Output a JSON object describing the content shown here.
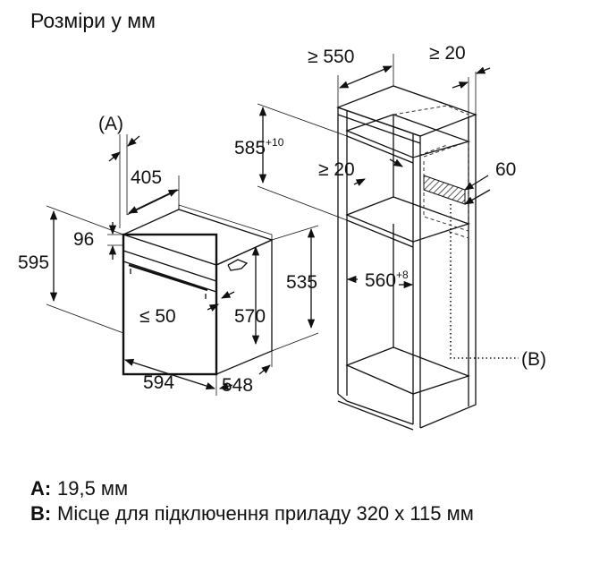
{
  "title": "Розміри у мм",
  "labels": {
    "callout_a": "(A)",
    "callout_b": "(B)",
    "d405": "405",
    "d96": "96",
    "d595": "595",
    "d50": "≤ 50",
    "d570": "570",
    "d535": "535",
    "d594": "594",
    "d548": "548",
    "d550": "≥ 550",
    "d20top": "≥ 20",
    "d585": "585",
    "d585_tol": "+10",
    "d20mid": "≥ 20",
    "d60": "60",
    "d560": "560",
    "d560_tol": "+8"
  },
  "legend": [
    {
      "key": "A:",
      "text": "19,5 мм"
    },
    {
      "key": "B:",
      "text": "Місце для підключення приладу 320 x 115 мм"
    }
  ]
}
